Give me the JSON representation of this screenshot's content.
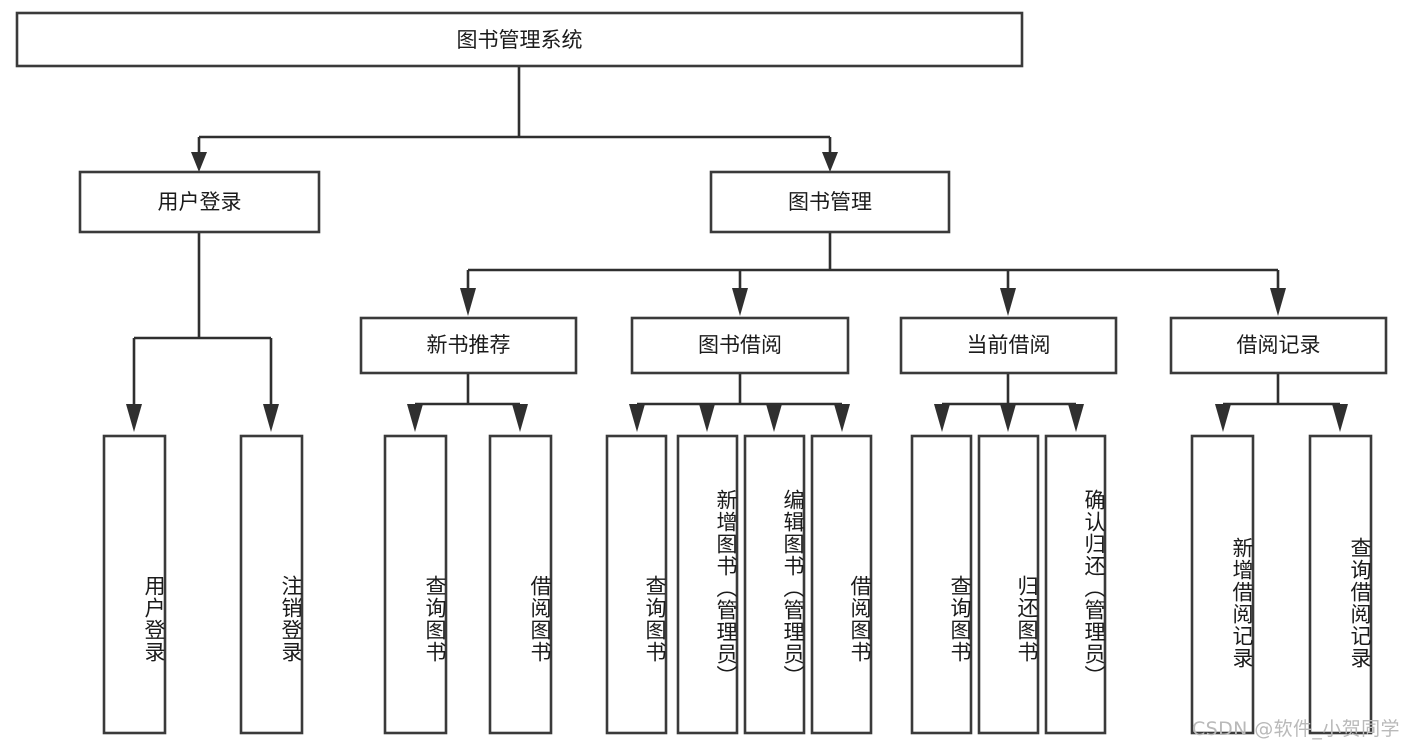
{
  "diagram": {
    "type": "tree-hierarchy",
    "title": "图书管理系统",
    "orientation": "top-down",
    "colors": {
      "box_fill": "#ffffff",
      "box_stroke": "#3a3a3a",
      "connector": "#2f2f2f",
      "text": "#1b1b1b",
      "background": "#ffffff",
      "watermark": "#b9b9b9"
    },
    "root": {
      "label": "图书管理系统",
      "text_direction": "horizontal"
    },
    "level2": [
      {
        "id": "user-login",
        "label": "用户登录",
        "text_direction": "horizontal"
      },
      {
        "id": "book-manage",
        "label": "图书管理",
        "text_direction": "horizontal"
      }
    ],
    "level3": [
      {
        "id": "new-book-recommend",
        "label": "新书推荐",
        "parent": "book-manage",
        "text_direction": "horizontal"
      },
      {
        "id": "book-borrow",
        "label": "图书借阅",
        "parent": "book-manage",
        "text_direction": "horizontal"
      },
      {
        "id": "current-borrow",
        "label": "当前借阅",
        "parent": "book-manage",
        "text_direction": "horizontal"
      },
      {
        "id": "borrow-record",
        "label": "借阅记录",
        "parent": "book-manage",
        "text_direction": "horizontal"
      }
    ],
    "leaves": [
      {
        "id": "leaf-user-login",
        "label": "用户登录",
        "parent": "user-login",
        "text_direction": "vertical"
      },
      {
        "id": "leaf-logout-login",
        "label": "注销登录",
        "parent": "user-login",
        "text_direction": "vertical"
      },
      {
        "id": "leaf-query-book-1",
        "label": "查询图书",
        "parent": "new-book-recommend",
        "text_direction": "vertical"
      },
      {
        "id": "leaf-borrow-book-1",
        "label": "借阅图书",
        "parent": "new-book-recommend",
        "text_direction": "vertical"
      },
      {
        "id": "leaf-query-book-2",
        "label": "查询图书",
        "parent": "book-borrow",
        "text_direction": "vertical"
      },
      {
        "id": "leaf-add-book",
        "label": "新增图书（管理员）",
        "parent": "book-borrow",
        "text_direction": "vertical"
      },
      {
        "id": "leaf-edit-book",
        "label": "编辑图书（管理员）",
        "parent": "book-borrow",
        "text_direction": "vertical"
      },
      {
        "id": "leaf-borrow-book-2",
        "label": "借阅图书",
        "parent": "book-borrow",
        "text_direction": "vertical"
      },
      {
        "id": "leaf-query-book-3",
        "label": "查询图书",
        "parent": "current-borrow",
        "text_direction": "vertical"
      },
      {
        "id": "leaf-return-book",
        "label": "归还图书",
        "parent": "current-borrow",
        "text_direction": "vertical"
      },
      {
        "id": "leaf-confirm-return",
        "label": "确认归还（管理员）",
        "parent": "current-borrow",
        "text_direction": "vertical"
      },
      {
        "id": "leaf-add-record",
        "label": "新增借阅记录",
        "parent": "borrow-record",
        "text_direction": "vertical"
      },
      {
        "id": "leaf-query-record",
        "label": "查询借阅记录",
        "parent": "borrow-record",
        "text_direction": "vertical"
      }
    ],
    "watermark": "CSDN @软件_小贺同学"
  }
}
